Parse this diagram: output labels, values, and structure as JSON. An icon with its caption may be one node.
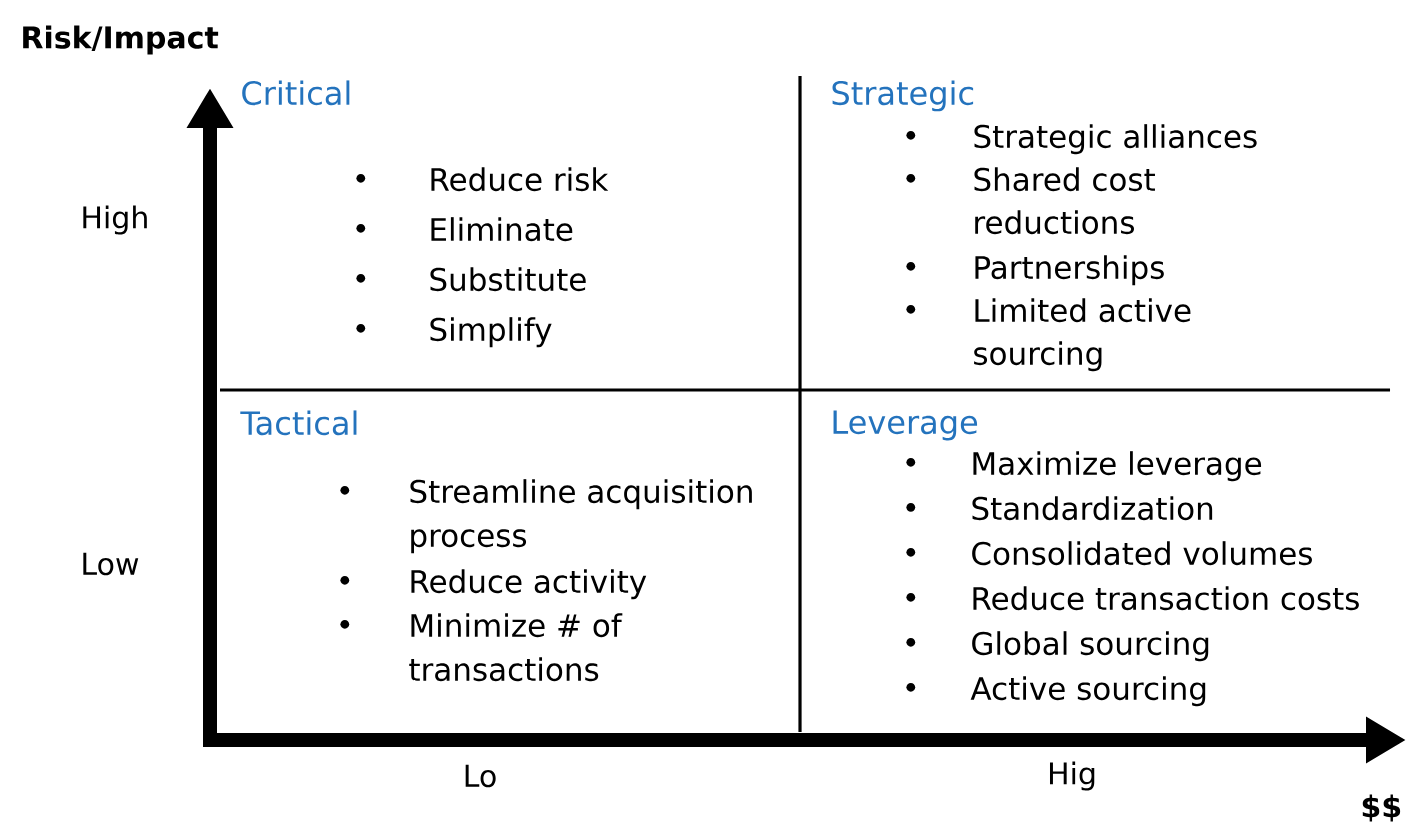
{
  "diagram": {
    "nodes": [
      {
        "text": [
          "Critical",
          "Reduce risk",
          "Eliminate",
          "Substitute",
          "Simplify"
        ]
      },
      {
        "text": [
          "Strategic",
          "Strategic alliances",
          "Shared cost reductions",
          "Partnerships",
          "Limited active sourcing"
        ]
      },
      {
        "text": [
          "Tactical",
          "Streamline acquisition process",
          "Reduce activity",
          "Minimize # of transactions"
        ]
      },
      {
        "text": [
          "Leverage",
          "Maximize leverage",
          "Standardization",
          "Consolidated volumes",
          "Reduce transaction costs",
          "Global sourcing",
          "Active sourcing"
        ]
      }
    ],
    "labels": [
      "Risk/Impact",
      "High",
      "Low",
      "Lo",
      "Hig",
      "$$"
    ]
  }
}
